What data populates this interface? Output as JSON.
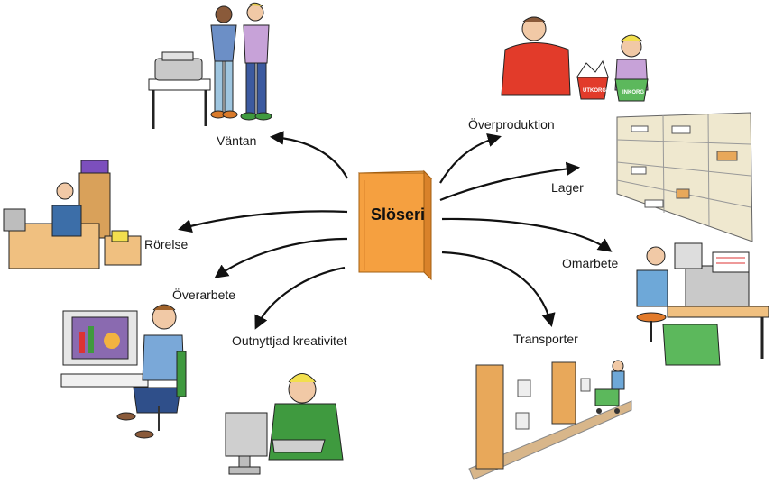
{
  "center": {
    "title": "Slöseri"
  },
  "labels": {
    "vantan": "Väntan",
    "overproduktion": "Överproduktion",
    "lager": "Lager",
    "rorelse": "Rörelse",
    "omarbete": "Omarbete",
    "overarbete": "Överarbete",
    "outnyttjad": "Outnyttjad kreativitet",
    "transporter": "Transporter"
  },
  "tray_labels": {
    "out": "UTKORG",
    "in": "INKORG"
  },
  "colors": {
    "book": "#f5a040",
    "book_dark": "#d9822a",
    "arrow": "#111111"
  }
}
